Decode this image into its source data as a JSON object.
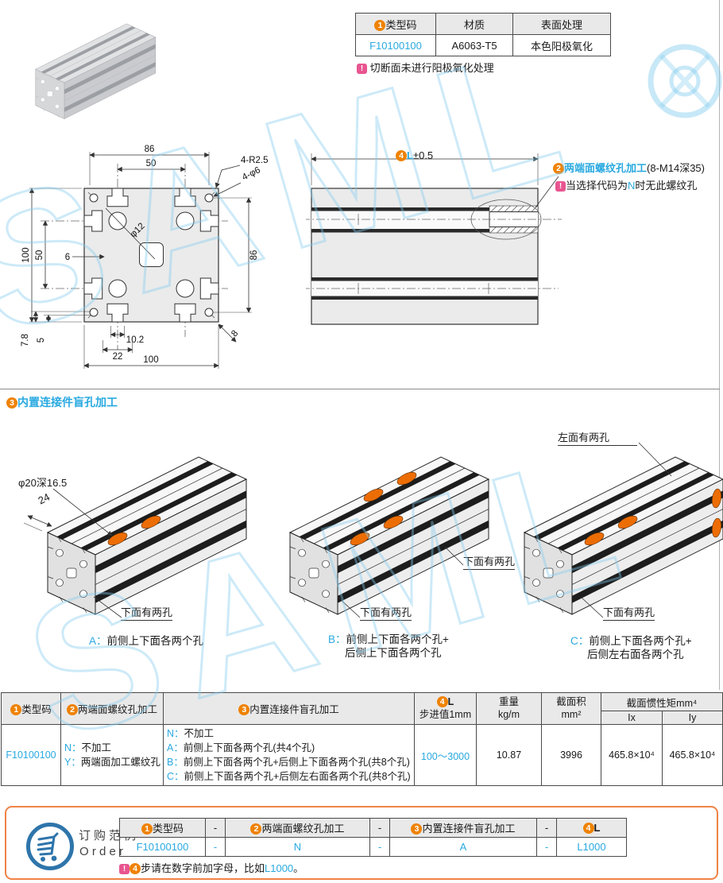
{
  "watermark": "SAML",
  "colors": {
    "accent_orange": "#ef8200",
    "link_blue": "#29a9e0",
    "note_pink": "#e85590",
    "hole_orange": "#ed6d05",
    "order_border": "#f08346",
    "cart_blue": "#2e75ab",
    "header_grey": "#e9e9e9"
  },
  "info_table": {
    "col1_badge": "1",
    "col1": "类型码",
    "col2": "材质",
    "col3": "表面处理",
    "type_code": "F10100100",
    "material": "A6063-T5",
    "surface": "本色阳极氧化",
    "note": "切断面未进行阳极氧化处理"
  },
  "cross_section": {
    "dim_top_outer": "86",
    "dim_top_inner": "50",
    "dim_corner_radius": "4-R2.5",
    "dim_corner_hole": "4-φ6",
    "dim_center_hole": "φ12",
    "dim_left_outer": "100",
    "dim_left_inner": "50",
    "dim_wall": "6",
    "dim_right": "86",
    "dim_bottom_a": "7.8",
    "dim_bottom_b": "5",
    "dim_bottom_c": "10.2",
    "dim_bottom_d": "22",
    "dim_bottom_outer": "100",
    "dim_slot": "8"
  },
  "side_view": {
    "badge4": "4",
    "length_l": "L",
    "length_tol": "±0.5",
    "badge2": "2",
    "callout_title": "两端面螺纹孔加工",
    "callout_spec": "(8-M14深35)",
    "note_pre": "当选择代码为",
    "note_code": "N",
    "note_post": "时无此螺纹孔"
  },
  "section3": {
    "badge": "3",
    "title": "内置连接件盲孔加工",
    "a": {
      "id": "A：",
      "caption": "前侧上下面各两个孔",
      "hole_label": "φ20深16.5",
      "pitch_label": "24",
      "bottom_label": "下面有两孔"
    },
    "b": {
      "id": "B：",
      "caption1": "前侧上下面各两个孔+",
      "caption2": "后侧上下面各两个孔",
      "right_label": "下面有两孔",
      "bottom_label": "下面有两孔"
    },
    "c": {
      "id": "C：",
      "caption1": "前侧上下面各两个孔+",
      "caption2": "后侧左右面各两个孔",
      "top_label": "左面有两孔",
      "bottom_label": "下面有两孔"
    }
  },
  "spec_table": {
    "h_type_badge": "1",
    "h_type": "类型码",
    "h_thread_badge": "2",
    "h_thread": "两端面螺纹孔加工",
    "h_blind_badge": "3",
    "h_blind": "内置连接件盲孔加工",
    "h_len_badge": "4",
    "h_len": "L",
    "h_len2": "步进值1mm",
    "h_weight": "重量",
    "h_weight_unit": "kg/m",
    "h_area": "截面积",
    "h_area_unit": "mm²",
    "h_inertia": "截面惯性矩mm⁴",
    "h_ix": "Ix",
    "h_iy": "Iy",
    "row": {
      "type_code": "F10100100",
      "thread": [
        {
          "code": "N：",
          "desc": "不加工"
        },
        {
          "code": "Y：",
          "desc": "两端面加工螺纹孔"
        }
      ],
      "blind": [
        {
          "code": "N：",
          "desc": "不加工"
        },
        {
          "code": "A：",
          "desc": "前侧上下面各两个孔(共4个孔)"
        },
        {
          "code": "B：",
          "desc": "前侧上下面各两个孔+后侧上下面各两个孔(共8个孔)"
        },
        {
          "code": "C：",
          "desc": "前侧上下面各两个孔+后侧左右面各两个孔(共8个孔)"
        }
      ],
      "length_range": "100～3000",
      "weight": "10.87",
      "area": "3996",
      "ix": "465.8×10⁴",
      "iy": "465.8×10⁴"
    }
  },
  "order": {
    "title_cn": "订购范例",
    "title_en": "O r d e r",
    "h1_badge": "1",
    "h1": "类型码",
    "h2_badge": "2",
    "h2": "两端面螺纹孔加工",
    "h3_badge": "3",
    "h3": "内置连接件盲孔加工",
    "h4_badge": "4",
    "h4": "L",
    "dash": "-",
    "v1": "F10100100",
    "v2": "N",
    "v3": "A",
    "v4": "L1000",
    "vdash": "-",
    "note_badge": "4",
    "note_text": "步请在数字前加字母，比如",
    "note_code": "L1000",
    "note_end": "。"
  }
}
